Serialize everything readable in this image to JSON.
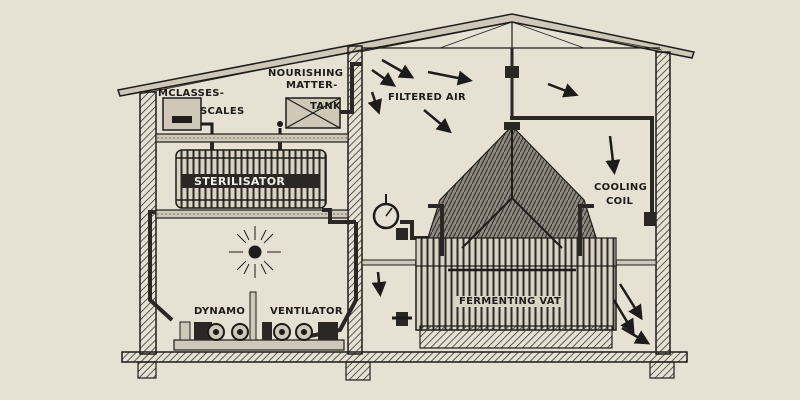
{
  "diagram": {
    "labels": {
      "molasses_scales_line1": "MCLASSES-",
      "molasses_scales_line2": "SCALES",
      "nourishing_line1": "NOURISHING",
      "nourishing_line2": "MATTER-",
      "nourishing_line3": "TANK",
      "filtered_air": "FILTERED AIR",
      "sterilisator": "STERILISATOR",
      "cooling_line1": "COOLING",
      "cooling_line2": "COIL",
      "fermenting_vat": "FERMENTING VAT",
      "dynamo": "DYNAMO",
      "ventilator": "VENTILATOR"
    }
  }
}
